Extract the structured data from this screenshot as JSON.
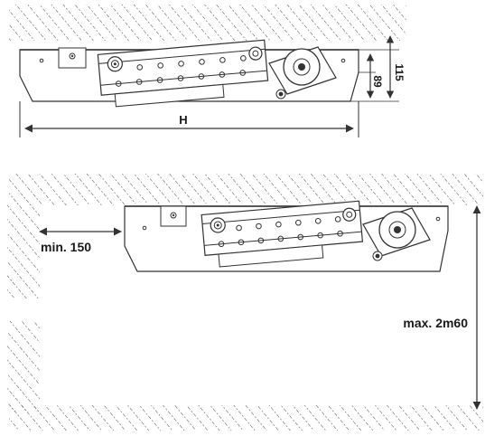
{
  "diagram": {
    "top_view": {
      "height_label": "H",
      "dim_inner": "89",
      "dim_outer": "115"
    },
    "bottom_view": {
      "min_clearance_label": "min. 150",
      "max_height_label": "max. 2m60"
    },
    "colors": {
      "line": "#333333",
      "hatch": "#555555",
      "fill": "#ffffff"
    }
  }
}
